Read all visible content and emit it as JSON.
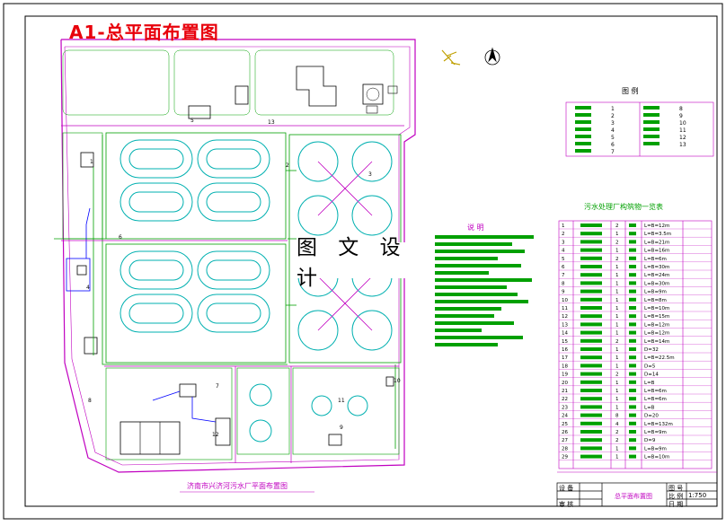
{
  "title": "A1-总平面布置图",
  "watermark": "图 文 设 计",
  "legend_title": "图 例",
  "legend_numbers": [
    "1",
    "2",
    "3",
    "4",
    "5",
    "6",
    "7",
    "8",
    "9",
    "10",
    "11",
    "12",
    "13"
  ],
  "table_title": "污水处理厂构筑物一览表",
  "notes_title": "说 明",
  "plan_caption": "济南市兴济河污水厂平面布置图",
  "building_numbers": [
    "1",
    "2",
    "3",
    "4",
    "5",
    "6",
    "7",
    "8",
    "9",
    "10",
    "11",
    "12",
    "13"
  ],
  "title_block": {
    "drawing_name": "总平面布置图",
    "label_a": "设 备",
    "label_b": "审 核",
    "label_c": "图 号",
    "label_d": "比 例",
    "label_e": "日 期",
    "scale": "1:750"
  },
  "table_rows": [
    {
      "no": "1",
      "qty": "2",
      "dim": "L=B=12m"
    },
    {
      "no": "2",
      "qty": "1",
      "dim": "L=B=3.5m"
    },
    {
      "no": "3",
      "qty": "2",
      "dim": "L=B=21m"
    },
    {
      "no": "4",
      "qty": "1",
      "dim": "L=B=16m"
    },
    {
      "no": "5",
      "qty": "2",
      "dim": "L=B=6m"
    },
    {
      "no": "6",
      "qty": "1",
      "dim": "L=B=30m"
    },
    {
      "no": "7",
      "qty": "1",
      "dim": "L=B=24m"
    },
    {
      "no": "8",
      "qty": "1",
      "dim": "L=B=30m"
    },
    {
      "no": "9",
      "qty": "1",
      "dim": "L=B=9m"
    },
    {
      "no": "10",
      "qty": "1",
      "dim": "L=B=8m"
    },
    {
      "no": "11",
      "qty": "1",
      "dim": "L=B=10m"
    },
    {
      "no": "12",
      "qty": "1",
      "dim": "L=B=15m"
    },
    {
      "no": "13",
      "qty": "1",
      "dim": "L=B=12m"
    },
    {
      "no": "14",
      "qty": "1",
      "dim": "L=B=12m"
    },
    {
      "no": "15",
      "qty": "2",
      "dim": "L=B=14m"
    },
    {
      "no": "16",
      "qty": "1",
      "dim": "D=32"
    },
    {
      "no": "17",
      "qty": "1",
      "dim": "L=B=22.5m"
    },
    {
      "no": "18",
      "qty": "1",
      "dim": "D=5"
    },
    {
      "no": "19",
      "qty": "2",
      "dim": "D=14"
    },
    {
      "no": "20",
      "qty": "1",
      "dim": "L=B"
    },
    {
      "no": "21",
      "qty": "1",
      "dim": "L=B=6m"
    },
    {
      "no": "22",
      "qty": "1",
      "dim": "L=B=6m"
    },
    {
      "no": "23",
      "qty": "1",
      "dim": "L=B"
    },
    {
      "no": "24",
      "qty": "8",
      "dim": "D=20"
    },
    {
      "no": "25",
      "qty": "4",
      "dim": "L=B=132m"
    },
    {
      "no": "26",
      "qty": "2",
      "dim": "L=B=9m"
    },
    {
      "no": "27",
      "qty": "2",
      "dim": "D=9"
    },
    {
      "no": "28",
      "qty": "1",
      "dim": "L=B=9m"
    },
    {
      "no": "29",
      "qty": "1",
      "dim": "L=B=10m"
    }
  ],
  "colors": {
    "frame": "#000000",
    "road": "#c000c0",
    "pipe": "#00a000",
    "tank": "#00b0b0",
    "text_red": "#e8000b",
    "pipe_blue": "#0000ff",
    "north": "#c0a000"
  }
}
